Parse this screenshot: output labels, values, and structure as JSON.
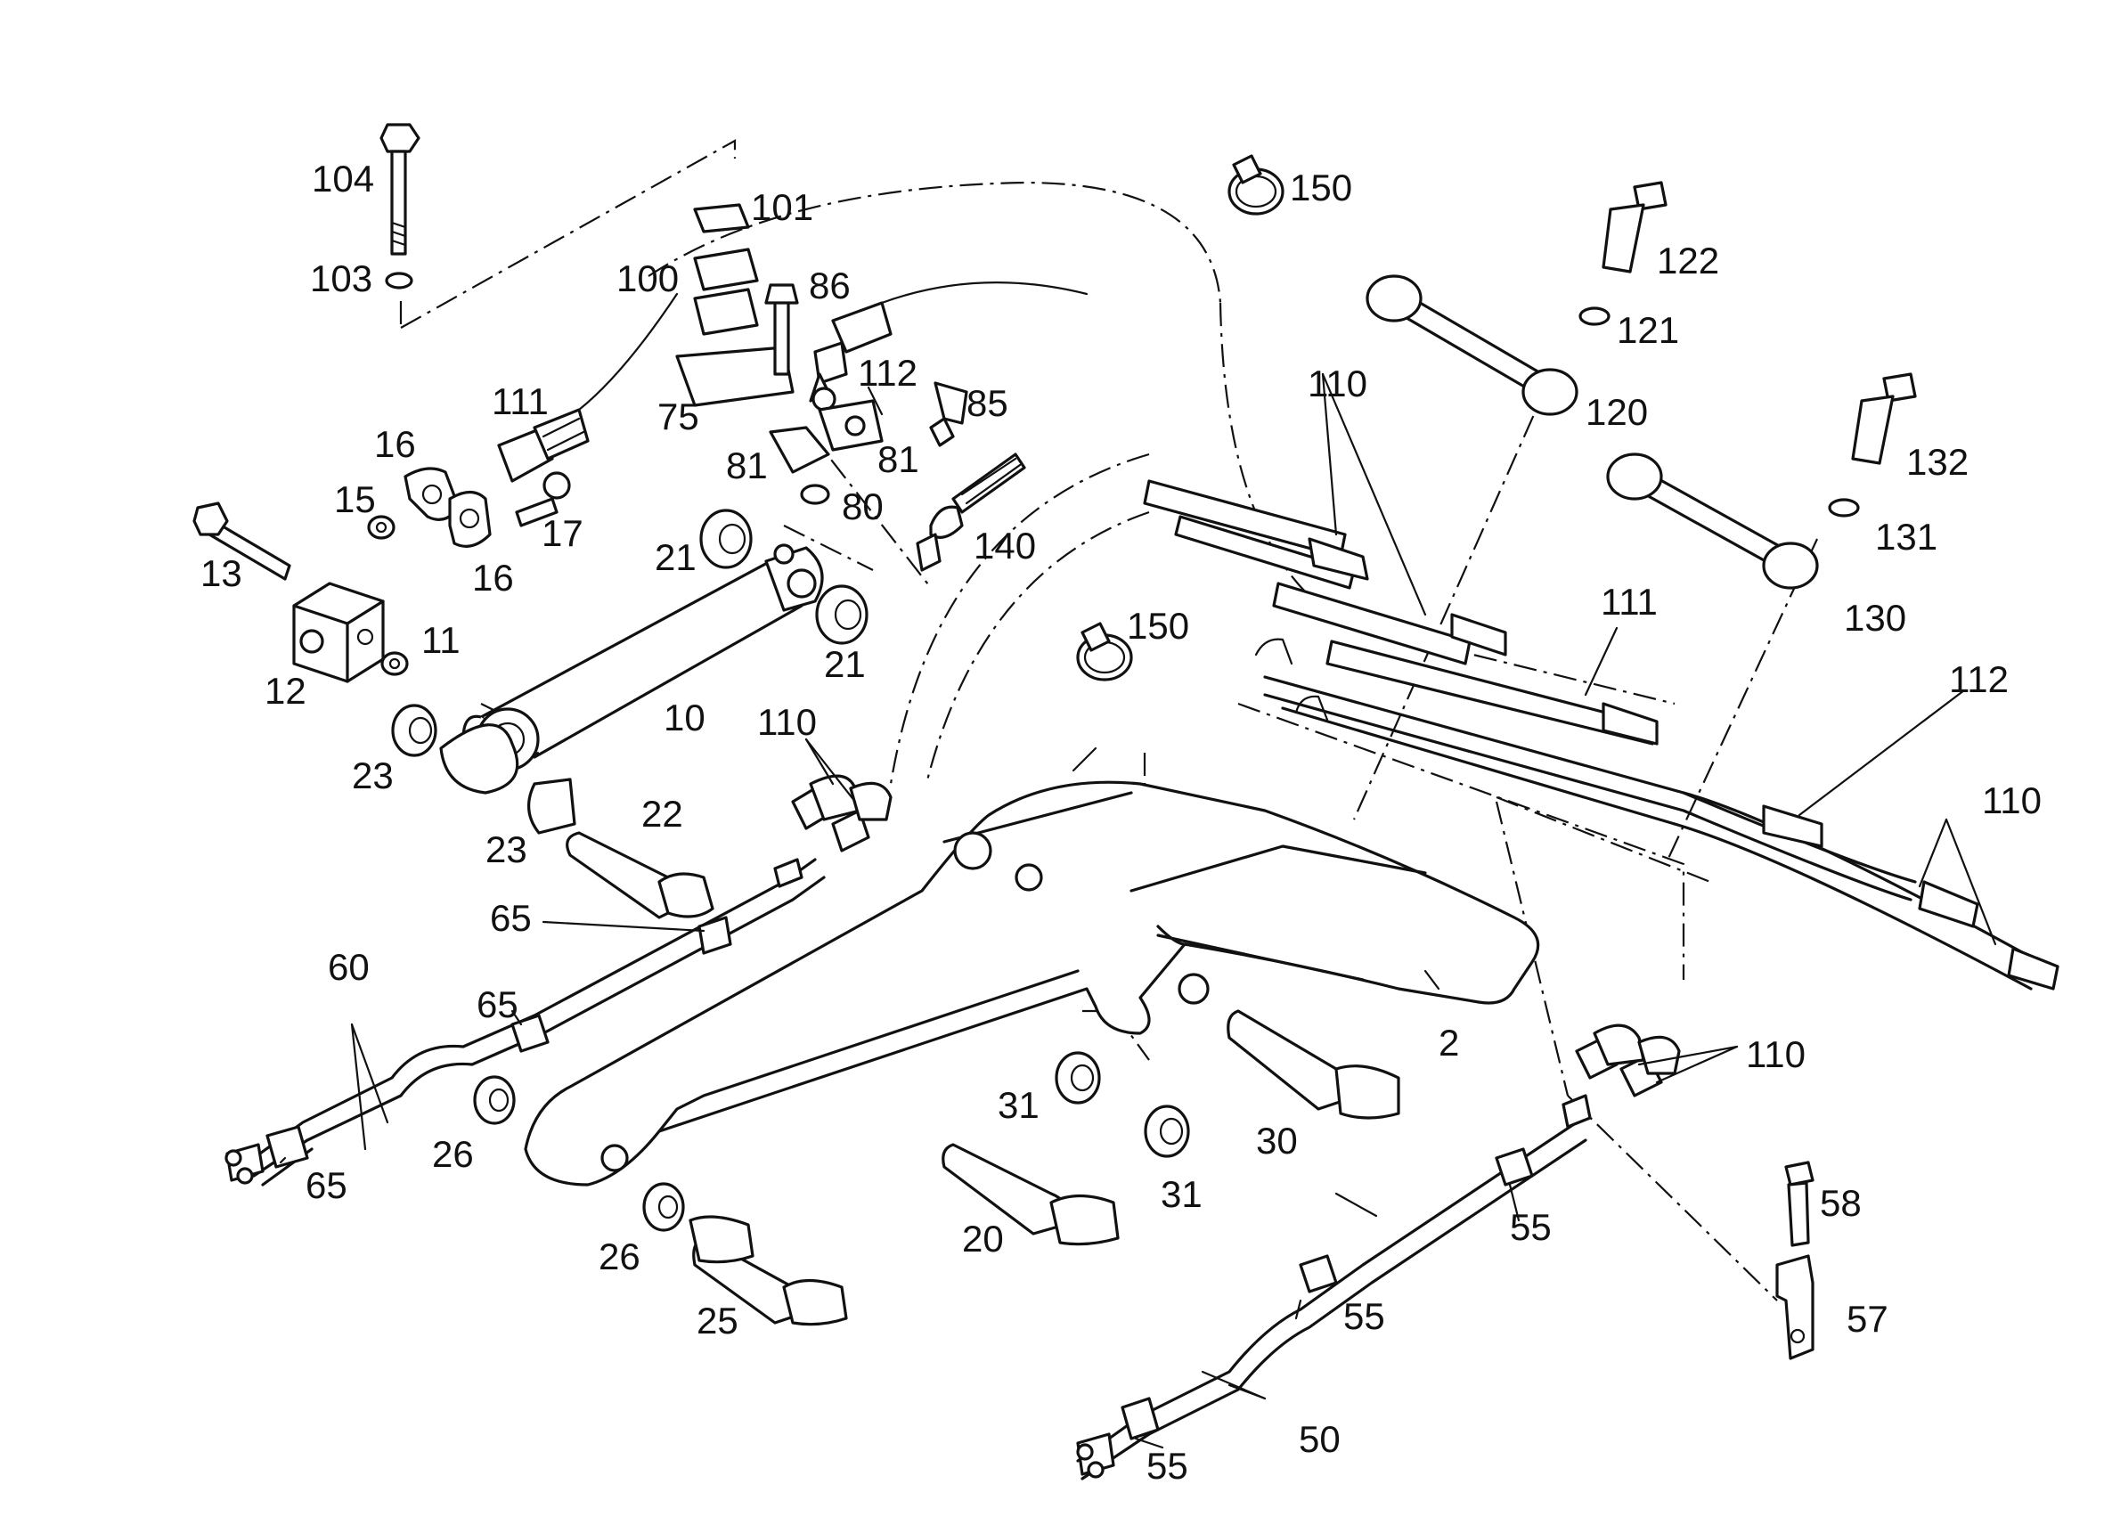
{
  "labels": {
    "l2": "2",
    "l10": "10",
    "l11": "11",
    "l12": "12",
    "l13": "13",
    "l15": "15",
    "l16": "16",
    "l17": "17",
    "l20": "20",
    "l21": "21",
    "l22": "22",
    "l23": "23",
    "l25": "25",
    "l26": "26",
    "l30": "30",
    "l31": "31",
    "l50": "50",
    "l55": "55",
    "l57": "57",
    "l58": "58",
    "l60": "60",
    "l65": "65",
    "l75": "75",
    "l80": "80",
    "l81": "81",
    "l85": "85",
    "l86": "86",
    "l100": "100",
    "l101": "101",
    "l103": "103",
    "l104": "104",
    "l110": "110",
    "l111": "111",
    "l112": "112",
    "l120": "120",
    "l121": "121",
    "l122": "122",
    "l130": "130",
    "l131": "131",
    "l132": "132",
    "l140": "140",
    "l150": "150"
  }
}
